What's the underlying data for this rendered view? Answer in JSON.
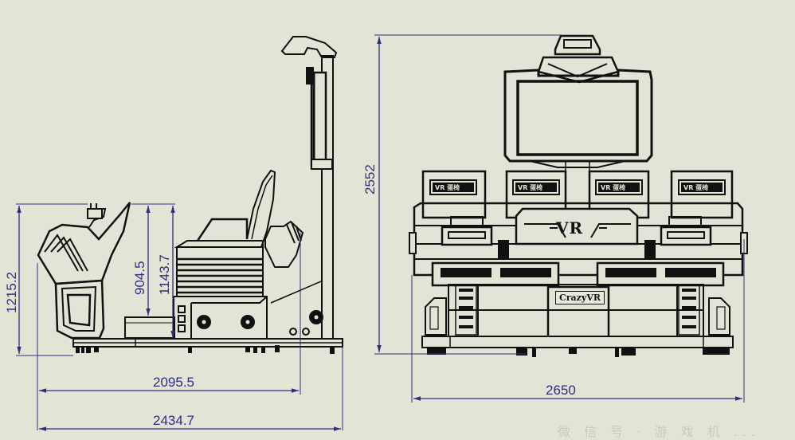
{
  "drawing": {
    "type": "technical-drawing",
    "subject": "VR arcade simulator — side and front elevation",
    "units": "mm",
    "colors": {
      "background": "#e3e4d6",
      "outline": "#111111",
      "dimension": "#2e2e80"
    }
  },
  "side_view": {
    "dimensions": {
      "overall_height": "1215.2",
      "seat_height": "904.5",
      "seat_back_height": "1143.7",
      "inner_length": "2095.5",
      "overall_length": "2434.7"
    }
  },
  "front_view": {
    "dimensions": {
      "overall_height": "2552",
      "overall_width": "2650"
    },
    "labels": {
      "center_logo": "VR",
      "base_nameplate": "CrazyVR",
      "seat_badge": "VR 蛋椅"
    },
    "seat_count": 4
  },
  "watermark": {
    "text": "微 信 号 · 游 戏 机 ..."
  }
}
